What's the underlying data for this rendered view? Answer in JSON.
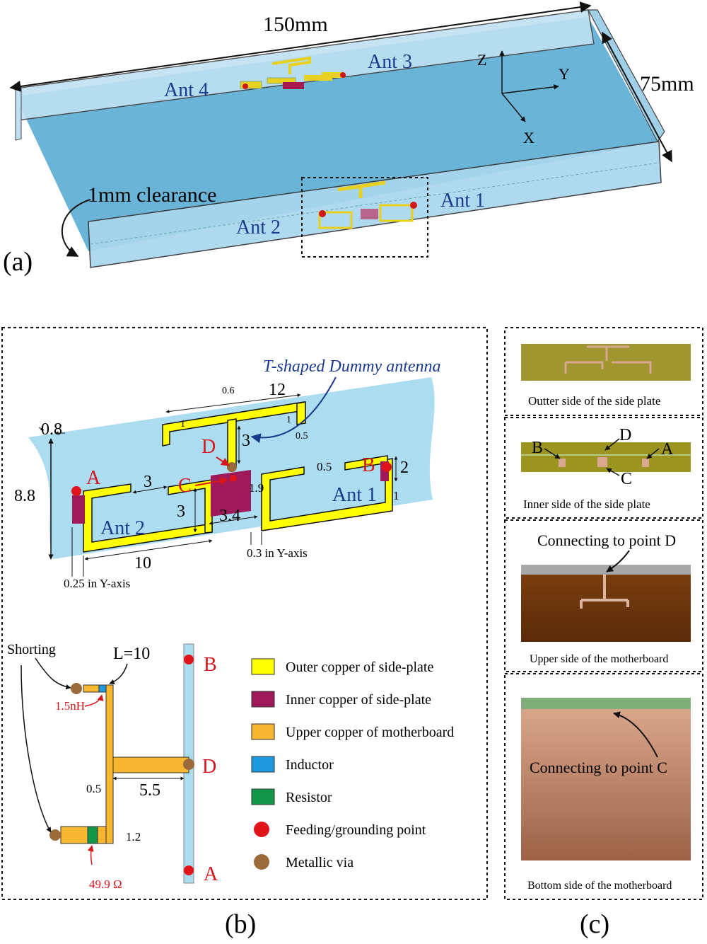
{
  "panel_a": {
    "label": "(a)",
    "dim_length": "150mm",
    "dim_width": "75mm",
    "clearance": "1mm clearance",
    "axes": {
      "z": "Z",
      "y": "Y",
      "x": "X"
    },
    "antennas": {
      "ant1": "Ant 1",
      "ant2": "Ant 2",
      "ant3": "Ant 3",
      "ant4": "Ant 4"
    }
  },
  "panel_b": {
    "label": "(b)",
    "dummy_title": "T-shaped Dummy antenna",
    "dims": {
      "d08": "0.8",
      "d88": "8.8",
      "d06": "0.6",
      "d12": "12",
      "d1a": "1",
      "d1b": "1",
      "d05a": "0.5",
      "d3a": "3",
      "d05b": "0.5",
      "d2": "2",
      "d3b": "3",
      "d3c": "3",
      "d19": "1.9",
      "d34": "3.4",
      "d1c": "1",
      "d10": "10",
      "d025": "0.25 in Y-axis",
      "d03": "0.3 in Y-axis"
    },
    "points": {
      "a": "A",
      "b": "B",
      "c": "C",
      "d": "D"
    },
    "ant_labels": {
      "ant1": "Ant 1",
      "ant2": "Ant 2"
    },
    "lower": {
      "shorting": "Shorting",
      "l10": "L=10",
      "inductor_val": "1.5nH",
      "resistor_val": "49.9 Ω",
      "d55": "5.5",
      "d05": "0.5",
      "d12": "1.2",
      "pb": "B",
      "pd": "D",
      "pa": "A"
    },
    "legend": [
      {
        "label": "Outer copper of side-plate",
        "color": "#ffff00",
        "shape": "rect"
      },
      {
        "label": "Inner copper of side-plate",
        "color": "#9e1a5a",
        "shape": "rect"
      },
      {
        "label": "Upper copper of motherboard",
        "color": "#f7b731",
        "shape": "rect"
      },
      {
        "label": "Inductor",
        "color": "#1e9be0",
        "shape": "rect"
      },
      {
        "label": "Resistor",
        "color": "#12964a",
        "shape": "rect"
      },
      {
        "label": "Feeding/grounding point",
        "color": "#e0141b",
        "shape": "circle"
      },
      {
        "label": "Metallic via",
        "color": "#9a6a3a",
        "shape": "circle"
      }
    ]
  },
  "panel_c": {
    "label": "(c)",
    "captions": [
      "Outter side of the side plate",
      "Inner side of the side plate",
      "Upper side of the motherboard",
      "Bottom side of the motherboard"
    ],
    "inner_points": {
      "b": "B",
      "d": "D",
      "a": "A",
      "c": "C"
    },
    "connect_d": "Connecting to point D",
    "connect_c": "Connecting to point C"
  }
}
